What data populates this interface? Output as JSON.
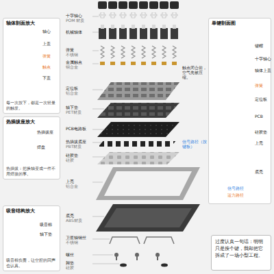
{
  "diagram": {
    "nodes": [
      {
        "text": [
          "轴体剖面放大",
          "每一次按下，都是一次轻量的触发。"
        ]
      },
      {
        "text": [
          "热插拔座放大",
          "热插拔：把换轴变成一件不用焊接的事。"
        ]
      },
      {
        "text": [
          "吸音结构放大",
          "吸音棉负责，让空腔的回声也认真。"
        ]
      },
      {
        "text": [
          "单键剖面图"
        ]
      },
      {
        "text": [
          "过度认真一句话：明明只是按个键，我却把它拆成了一场小型工程。"
        ]
      }
    ],
    "labels": [
      "轴心",
      "上盖",
      "弹簧",
      "触点",
      "下盖",
      "热插拔座",
      "焊盘",
      "吸音棉",
      "轴下垫",
      "十字轴心",
      "POM 材质",
      "机械轴体",
      "弹簧",
      "不锈钢",
      "金属触点",
      "铜合金",
      "定位板",
      "铝合金",
      "轴下垫",
      "PET材质",
      "PCB电路板",
      "热插拔底座",
      "PBT材质",
      "硅胶垫",
      "硅胶",
      "上壳",
      "铝合金",
      "底壳",
      "ABS材质",
      "卫星轴钢丝",
      "不锈钢",
      "螺丝",
      "脚垫",
      "硅胶",
      "触点闭合前，空气先被压缩。",
      "信号路径（按键板）",
      "键帽",
      "十字轴心",
      "轴体上盖",
      "弹簧",
      "定位板",
      "PCB",
      "硅胶垫",
      "上壳",
      "底壳",
      "信号路径",
      "运力路径"
    ]
  }
}
